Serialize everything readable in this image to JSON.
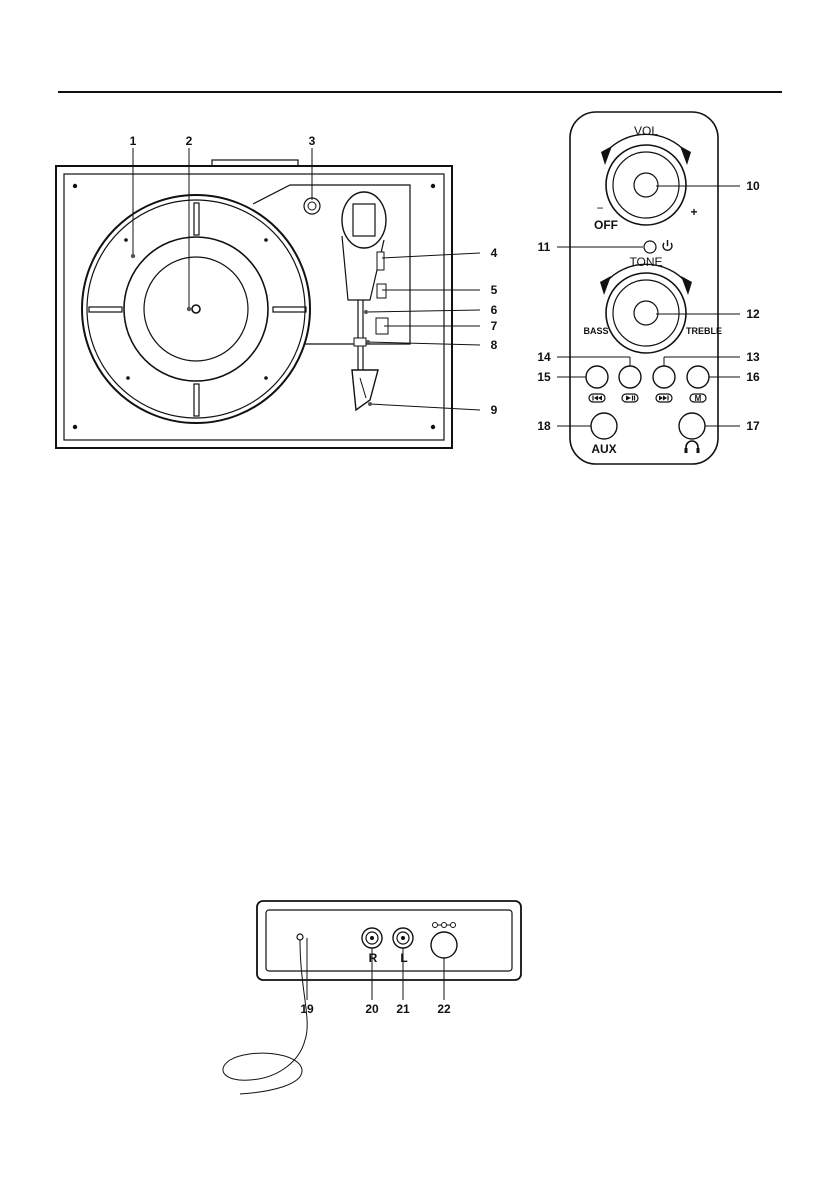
{
  "turntable_callouts": [
    "1",
    "2",
    "3",
    "4",
    "5",
    "6",
    "7",
    "8",
    "9"
  ],
  "control_panel": {
    "vol_label": "VOL",
    "off_label": "OFF",
    "minus_symbol": "−",
    "plus_symbol": "+",
    "tone_label": "TONE",
    "bass_label": "BASS",
    "treble_label": "TREBLE",
    "aux_label": "AUX",
    "callouts": {
      "c10": "10",
      "c11": "11",
      "c12": "12",
      "c13": "13",
      "c14": "14",
      "c15": "15",
      "c16": "16",
      "c17": "17",
      "c18": "18"
    },
    "button_icons": [
      "prev-track-icon",
      "play-pause-icon",
      "next-track-icon",
      "mode-icon"
    ],
    "mode_button_glyph": "M"
  },
  "rear_panel": {
    "r_label": "R",
    "l_label": "L",
    "callouts": {
      "c19": "19",
      "c20": "20",
      "c21": "21",
      "c22": "22"
    }
  }
}
